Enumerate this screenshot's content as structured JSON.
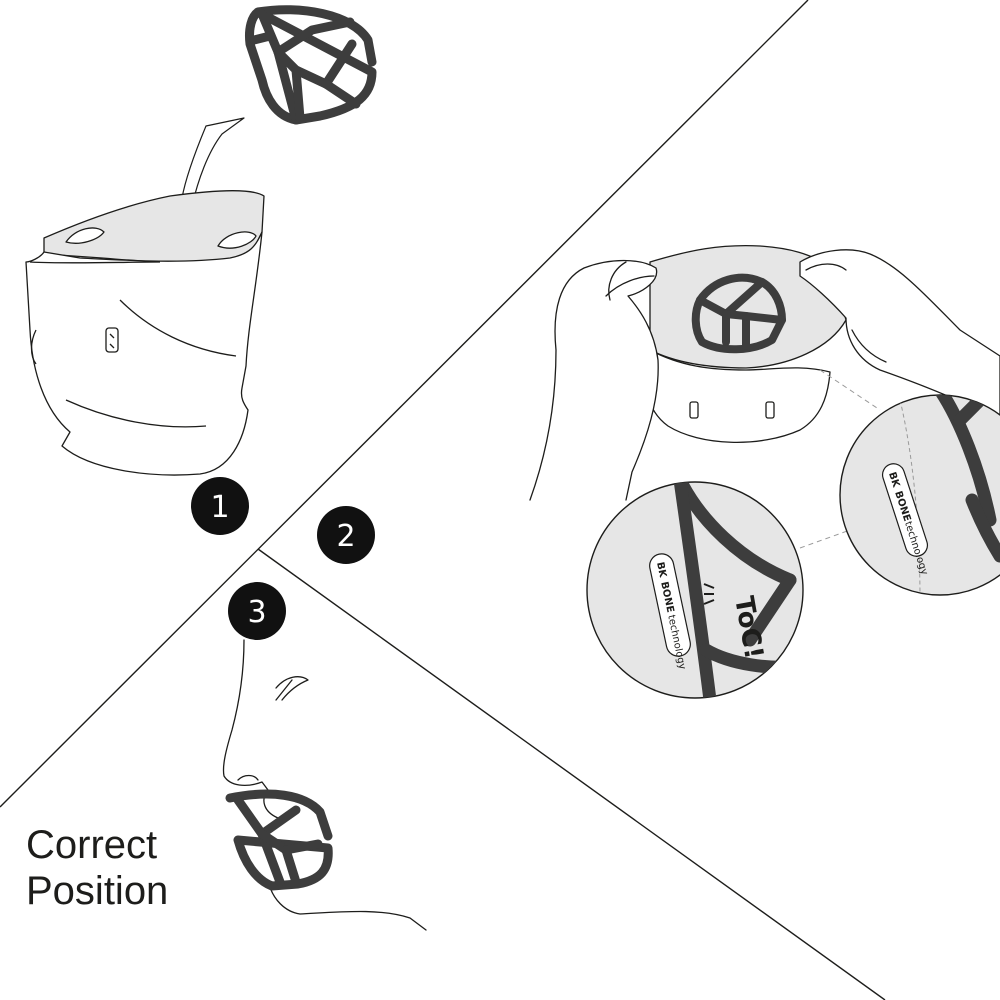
{
  "colors": {
    "line": "#1d1d1b",
    "frame": "#3d3d3d",
    "fill_grey": "#e6e6e6",
    "badge": "#111111",
    "badge_text": "#ffffff"
  },
  "steps": [
    {
      "number": "1"
    },
    {
      "number": "2"
    },
    {
      "number": "3"
    }
  ],
  "caption": {
    "line1": "Correct",
    "line2": "Position"
  },
  "detail": {
    "sound": "ToC!",
    "brand_icon": "BK-logo-icon",
    "brand_bold": "BONE",
    "brand_light": "technology"
  }
}
